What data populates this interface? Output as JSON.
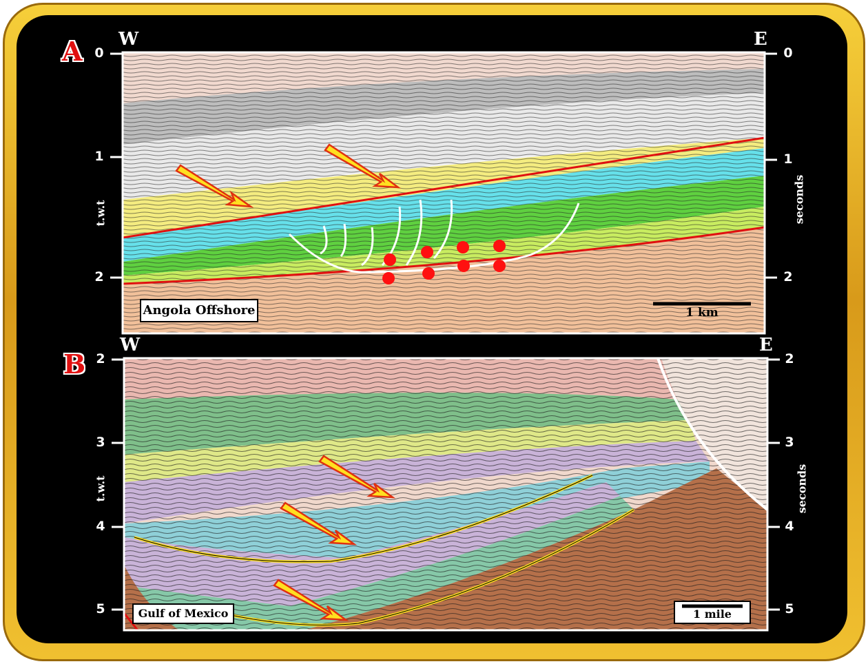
{
  "panel_a": {
    "letter": "A",
    "west": "W",
    "east": "E",
    "left_ticks": [
      "0",
      "1",
      "2"
    ],
    "right_ticks": [
      "0",
      "1",
      "2"
    ],
    "left_axis": "t.w.t",
    "right_axis": "seconds",
    "location": "Angola Offshore",
    "scale": "1 km"
  },
  "panel_b": {
    "letter": "B",
    "west": "W",
    "east": "E",
    "left_ticks": [
      "2",
      "3",
      "4",
      "5"
    ],
    "right_ticks": [
      "2",
      "3",
      "4",
      "5"
    ],
    "left_axis": "t.w.t",
    "right_axis": "seconds",
    "location": "Gulf of Mexico",
    "scale": "1 mile"
  },
  "colors": {
    "frame_gold": "#f0c030",
    "background": "#000000",
    "arrow_fill": "#ffe020",
    "arrow_outline": "#e03010",
    "marker_red": "#ff1010",
    "fault_white": "#ffffff"
  }
}
